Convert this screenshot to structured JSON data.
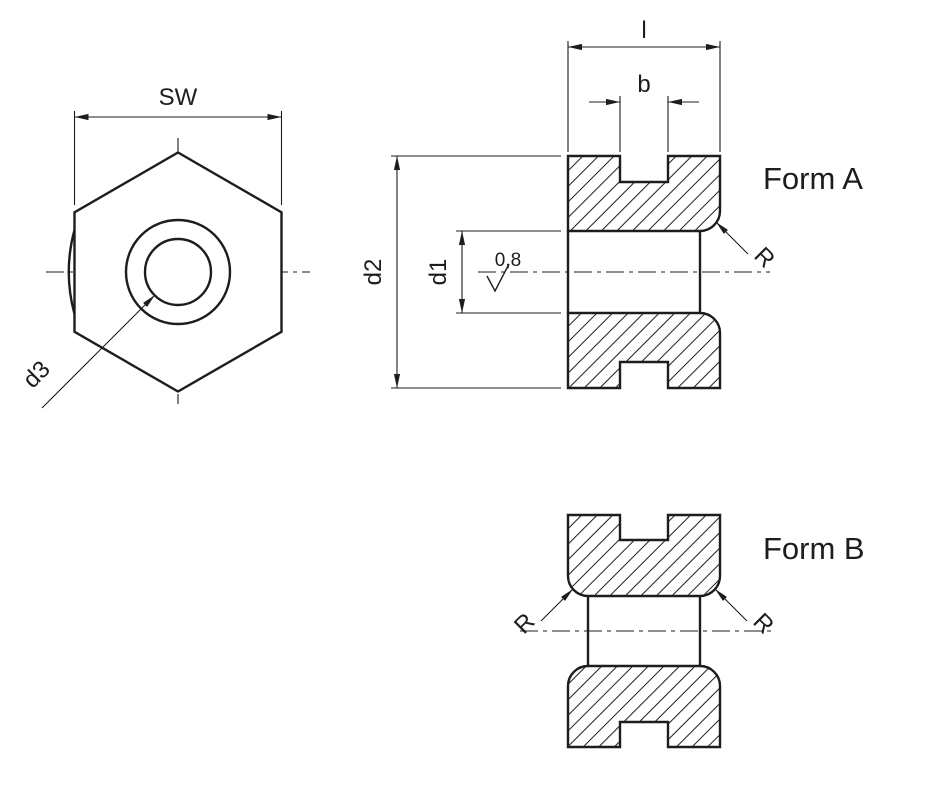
{
  "drawing": {
    "title_form_a": "Form A",
    "title_form_b": "Form B",
    "labels": {
      "sw": "SW",
      "d3": "d3",
      "l": "l",
      "b": "b",
      "d2": "d2",
      "d1": "d1",
      "roughness": "0,8",
      "r_form_a": "R",
      "r_form_b_left": "R",
      "r_form_b_right": "R"
    },
    "colors": {
      "line": "#1d1d1d",
      "background": "#ffffff"
    }
  }
}
